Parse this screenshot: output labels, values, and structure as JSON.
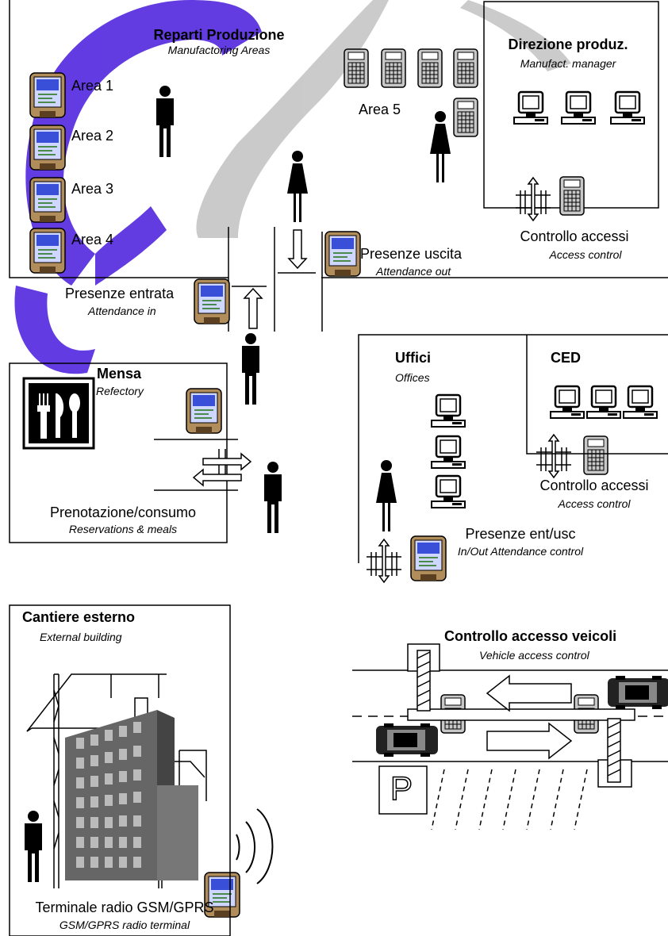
{
  "production": {
    "title": "Reparti Produzione",
    "subtitle": "Manufactoring Areas",
    "areas": [
      "Area 1",
      "Area 2",
      "Area 3",
      "Area 4"
    ],
    "area5": "Area 5"
  },
  "management": {
    "title": "Direzione produz.",
    "subtitle": "Manufact. manager",
    "access_label": "Controllo accessi",
    "access_sub": "Access control"
  },
  "attendance": {
    "out_label": "Presenze uscita",
    "out_sub": "Attendance out",
    "in_label": "Presenze entrata",
    "in_sub": "Attendance in"
  },
  "refectory": {
    "title": "Mensa",
    "subtitle": "Refectory",
    "label": "Prenotazione/consumo",
    "sub": "Reservations & meals"
  },
  "offices": {
    "title": "Uffici",
    "subtitle": "Offices",
    "ced_title": "CED",
    "access_label": "Controllo accessi",
    "access_sub": "Access control",
    "attendance_label": "Presenze ent/usc",
    "attendance_sub": "In/Out Attendance control"
  },
  "site": {
    "title": "Cantiere esterno",
    "subtitle": "External building",
    "terminal_label": "Terminale radio GSM/GPRS",
    "terminal_sub": "GSM/GPRS radio terminal"
  },
  "vehicles": {
    "title": "Controllo accesso veicoli",
    "subtitle": "Vehicle access control",
    "parking_symbol": "P"
  },
  "icons": [
    "touch-terminal-icon",
    "keypad-terminal-icon",
    "computer-icon",
    "person-icon",
    "turnstile-icon",
    "cutlery-icon",
    "crane-icon",
    "building-icon",
    "car-icon",
    "barrier-icon",
    "parking-sign-icon",
    "radio-waves-icon"
  ],
  "colors": {
    "watermark": "#5a32e0",
    "watermark_grey": "#c8c8c8",
    "terminal_screen": "#3a4fd8",
    "line": "#000000"
  }
}
